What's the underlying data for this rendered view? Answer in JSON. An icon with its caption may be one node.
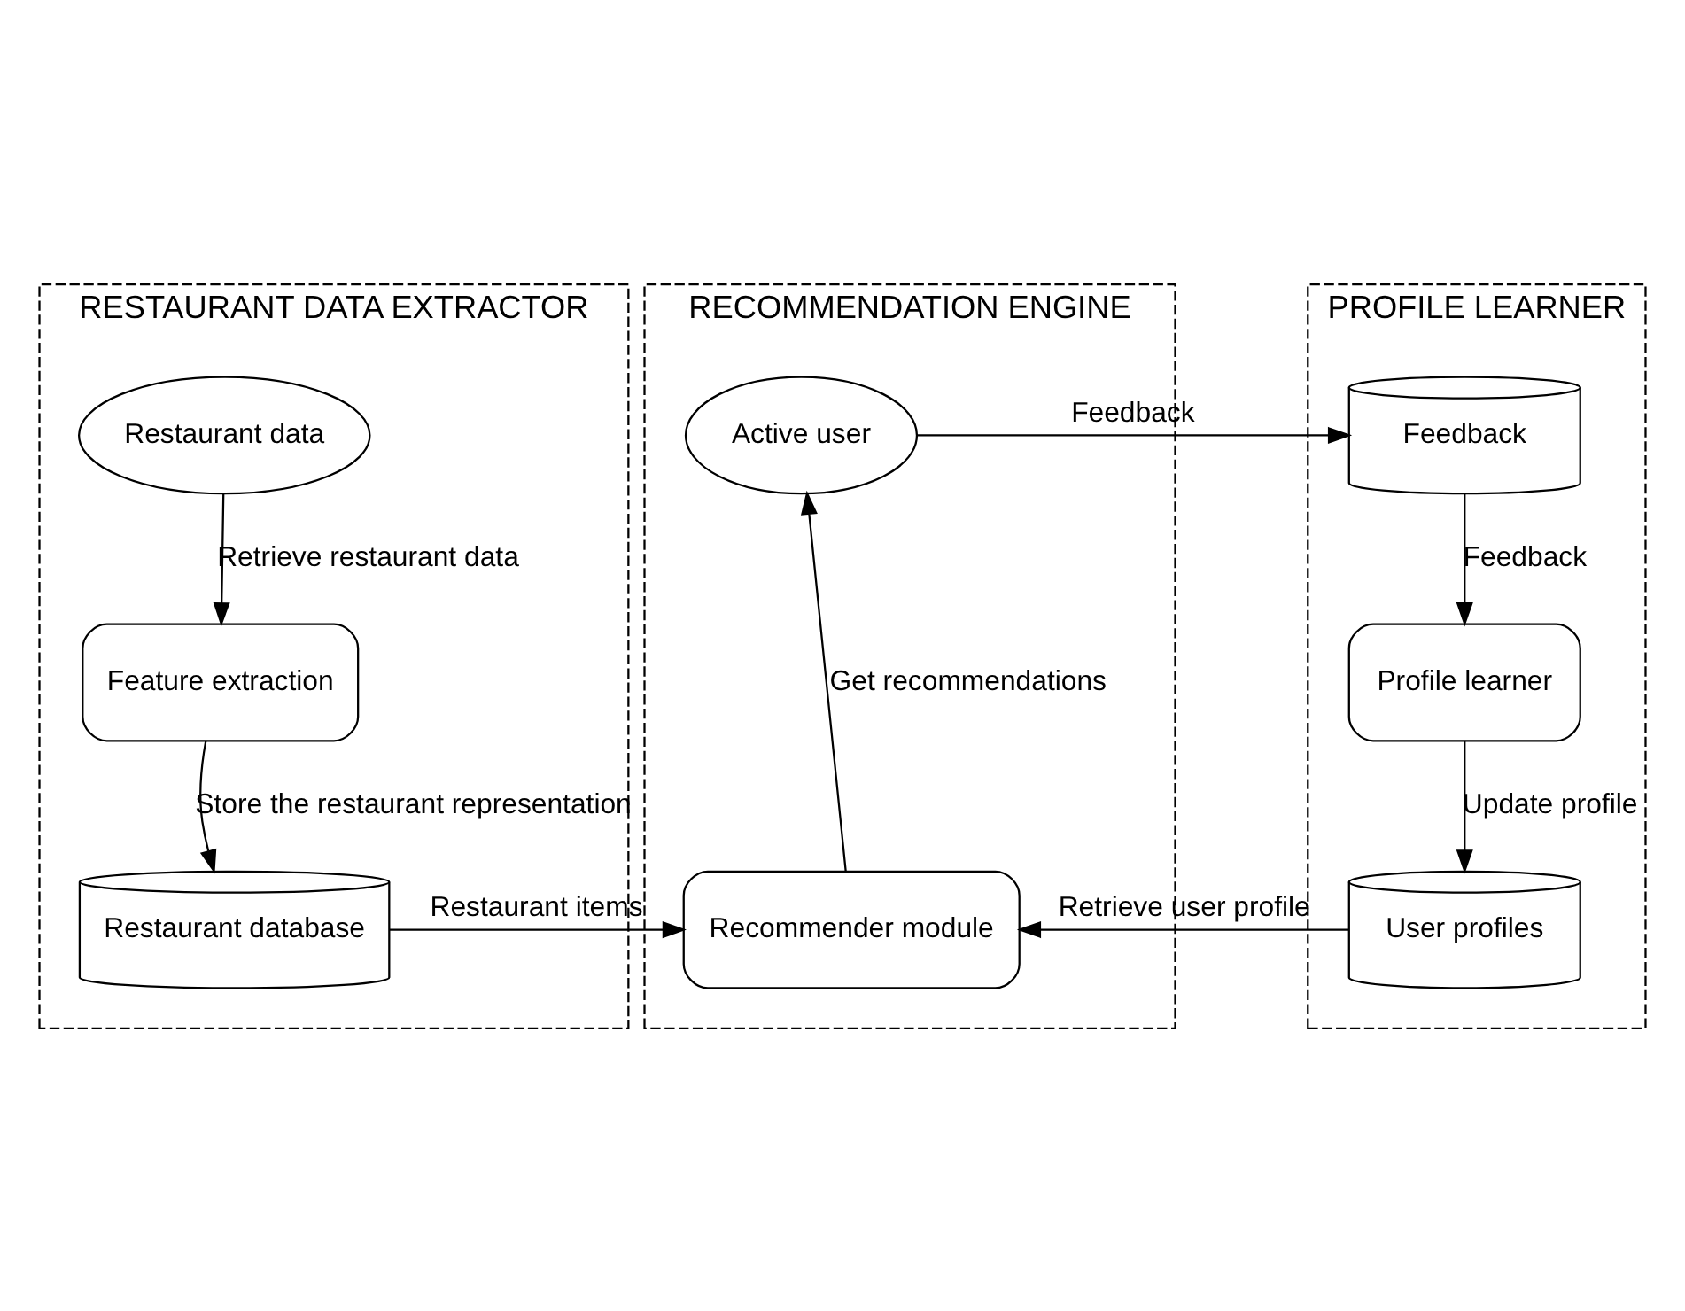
{
  "diagram": {
    "nodes": [
      {
        "text": [
          "RESTAURANT DATA EXTRACTOR"
        ]
      },
      {
        "text": [
          "Restaurant data"
        ],
        "in": 0
      },
      {
        "text": [
          "Feature extraction"
        ],
        "in": 0
      },
      {
        "text": [
          "Restaurant database"
        ],
        "in": 0
      },
      {
        "text": [
          "RECOMMENDATION ENGINE"
        ]
      },
      {
        "text": [
          "Active user"
        ],
        "in": 4
      },
      {
        "text": [
          "Recommender module"
        ],
        "in": 4
      },
      {
        "text": [
          "PROFILE LEARNER"
        ]
      },
      {
        "text": [
          "Feedback"
        ],
        "in": 7
      },
      {
        "text": [
          "Profile learner"
        ],
        "in": 7
      },
      {
        "text": [
          "User profiles"
        ],
        "in": 7
      }
    ],
    "edges": [
      {
        "from": 1,
        "to": 2,
        "arrow": "to",
        "label": "Retrieve restaurant data"
      },
      {
        "from": 2,
        "to": 3,
        "arrow": "to",
        "label": "Store the restaurant representation"
      },
      {
        "from": 3,
        "to": 6,
        "arrow": "to",
        "label": "Restaurant items"
      },
      {
        "from": 6,
        "to": 5,
        "arrow": "to",
        "label": "Get recommendations"
      },
      {
        "from": 5,
        "to": 8,
        "arrow": "to",
        "label": "Feedback"
      },
      {
        "from": 8,
        "to": 9,
        "arrow": "to",
        "label": "Feedback"
      },
      {
        "from": 9,
        "to": 10,
        "arrow": "to",
        "label": "Update profile"
      },
      {
        "from": 10,
        "to": 6,
        "arrow": "to",
        "label": "Retrieve user profile"
      }
    ]
  }
}
